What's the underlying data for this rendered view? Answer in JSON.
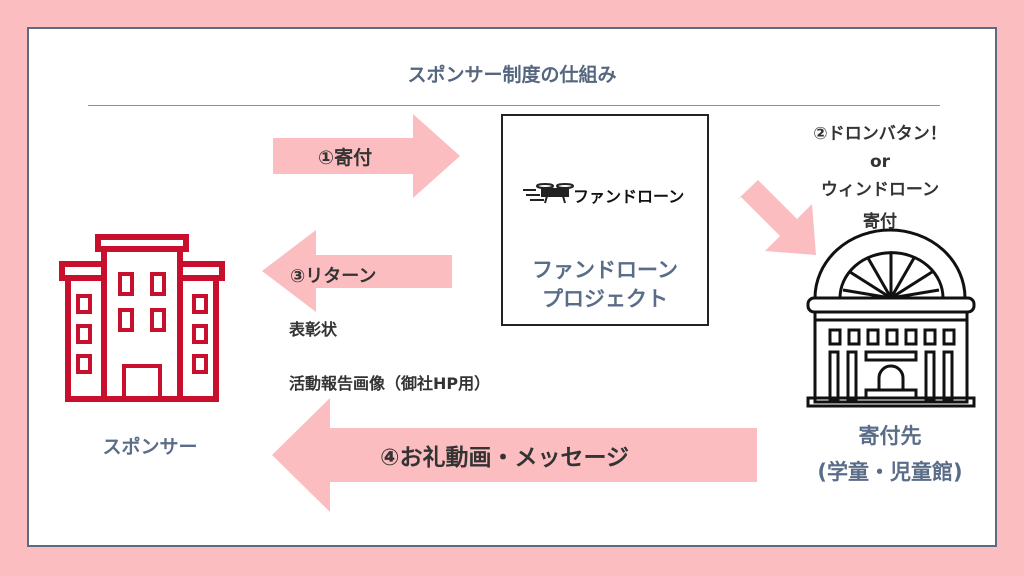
{
  "title": "スポンサー制度の仕組み",
  "colors": {
    "arrow": "#fbbdbf",
    "accent_text": "#5a6d88",
    "sponsor_icon": "#c8102e"
  },
  "steps": {
    "donate": "①寄付",
    "return": "③リターン",
    "return_items": [
      "表彰状",
      "活動報告画像（御社HP用）"
    ],
    "drone_lines": [
      "②ドロンバタン！",
      "or",
      "ウィンドローン",
      "寄付"
    ],
    "thanks": "④お礼動画・メッセージ"
  },
  "project": {
    "logo_text": "ファンドローン",
    "name_lines": [
      "ファンドローン",
      "プロジェクト"
    ]
  },
  "sponsor": {
    "label": "スポンサー",
    "icon": "office-building-icon"
  },
  "recipient": {
    "label_lines": [
      "寄付先",
      "(学童・児童館)"
    ],
    "icon": "museum-building-icon"
  }
}
